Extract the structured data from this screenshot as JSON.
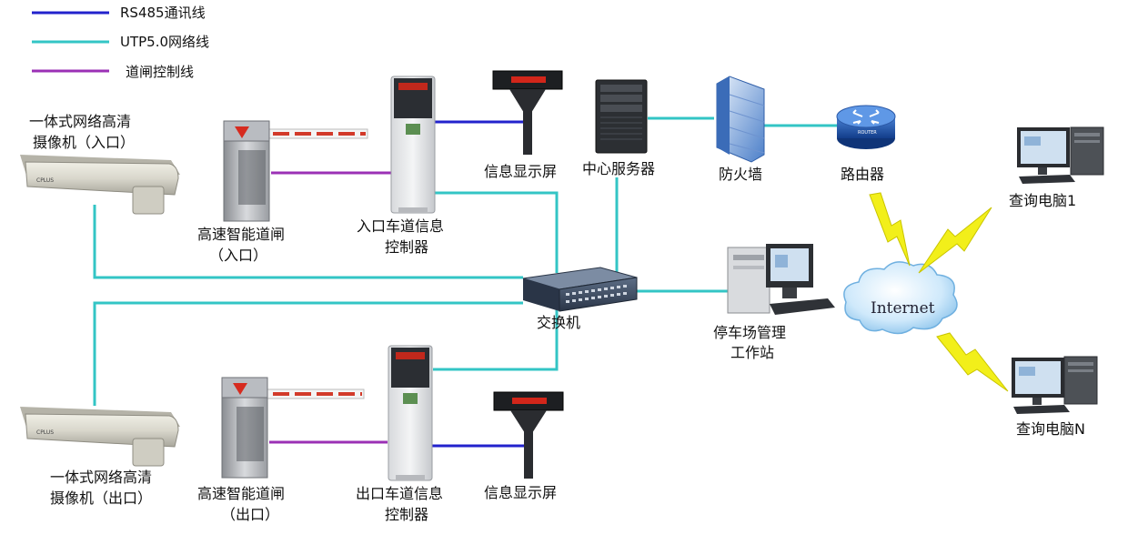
{
  "colors": {
    "rs485": "#2222cc",
    "utp": "#33c5c5",
    "gate_control": "#9b30b5",
    "lightning": "#f2ef1a",
    "cloud": "#9fd3f2"
  },
  "legend": [
    {
      "label": "RS485通讯线",
      "color_key": "rs485"
    },
    {
      "label": "UTP5.0网络线",
      "color_key": "utp"
    },
    {
      "label": "道闸控制线",
      "color_key": "gate_control"
    }
  ],
  "nodes": {
    "camera_entry": {
      "line1": "一体式网络高清",
      "line2": "摄像机（入口）"
    },
    "camera_exit": {
      "line1": "一体式网络高清",
      "line2": "摄像机（出口）"
    },
    "gate_entry": {
      "line1": "高速智能道闸",
      "line2": "（入口）"
    },
    "gate_exit": {
      "line1": "高速智能道闸",
      "line2": "（出口）"
    },
    "controller_entry": {
      "line1": "入口车道信息",
      "line2": "控制器"
    },
    "controller_exit": {
      "line1": "出口车道信息",
      "line2": "控制器"
    },
    "display_entry": {
      "label": "信息显示屏"
    },
    "display_exit": {
      "label": "信息显示屏"
    },
    "server": {
      "label": "中心服务器"
    },
    "firewall": {
      "label": "防火墙"
    },
    "router": {
      "label": "路由器",
      "badge": "ROUTER"
    },
    "switch": {
      "label": "交换机"
    },
    "workstation": {
      "line1": "停车场管理",
      "line2": "工作站"
    },
    "internet": {
      "label": "Internet"
    },
    "query_pc_1": {
      "label": "查询电脑1"
    },
    "query_pc_n": {
      "label": "查询电脑N"
    }
  }
}
